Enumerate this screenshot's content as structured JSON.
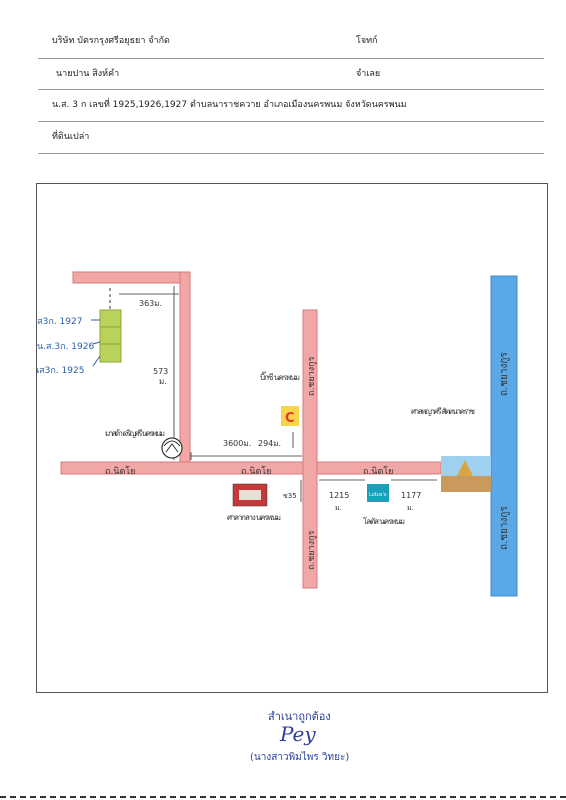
{
  "header": {
    "company": "บริษัท บัตรกรุงศรีอยุธยา จำกัด",
    "plaintiff_label": "โจทก์",
    "defendant_name": "นายปาน  สิงห์คำ",
    "defendant_label": "จำเลย",
    "title_deed": "น.ส. 3 ก  เลขที่ 1925,1926,1927  ตำบลนาราชควาย  อำเภอเมืองนครพนม  จังหวัดนครพนม",
    "land_type": "ที่ดินเปล่า"
  },
  "map": {
    "parcels": [
      "นส3ก. 1927",
      "น.ส.3ก. 1926",
      "นส3ก. 1925"
    ],
    "distances": {
      "top_road": "363ม.",
      "vertical": "573",
      "vertical_unit": "ม.",
      "main_road_left": "3600ม.",
      "main_road_right": "294ม.",
      "near_junction": "ซ35",
      "lotus_left": "1215",
      "lotus_left_unit": "ม.",
      "lotus_right": "1177",
      "lotus_right_unit": "ม."
    },
    "roads": {
      "main_road_1": "ถ.นิตโย",
      "main_road_2": "ถ.นิตโย",
      "main_road_3": "ถ.นิตโย",
      "vertical_road_top": "ถ.ชยางกูร",
      "vertical_road_bottom": "ถ.ชยางกูร",
      "right_road_top": "ถ.ชยางกูร",
      "right_road_bottom": "ถ.ชยางกูร"
    },
    "landmarks": {
      "mazda": "มาสด้า เจริญศรี นครพนม",
      "bigc": "บิ๊กซี นครพนม",
      "bigc_logo_letter": "C",
      "hospital": "ศาลากลาง นครพนม",
      "lotus": "โลตัส นครพนม",
      "lotus_logo": "Lotus's",
      "shrine": "ศาลพญาศรี สัตตนาคราช"
    },
    "colors": {
      "road_pink": "#f2a7a7",
      "road_pink_border": "#d97a7a",
      "road_blue": "#5aa9e6",
      "parcel_green": "#b9d25a",
      "ink_blue": "#2b5fa8"
    }
  },
  "stamp": {
    "certified": "สำเนาถูกต้อง",
    "signature": "Pey",
    "signer": "(นางสาวพิมไพร วิทยะ)"
  }
}
